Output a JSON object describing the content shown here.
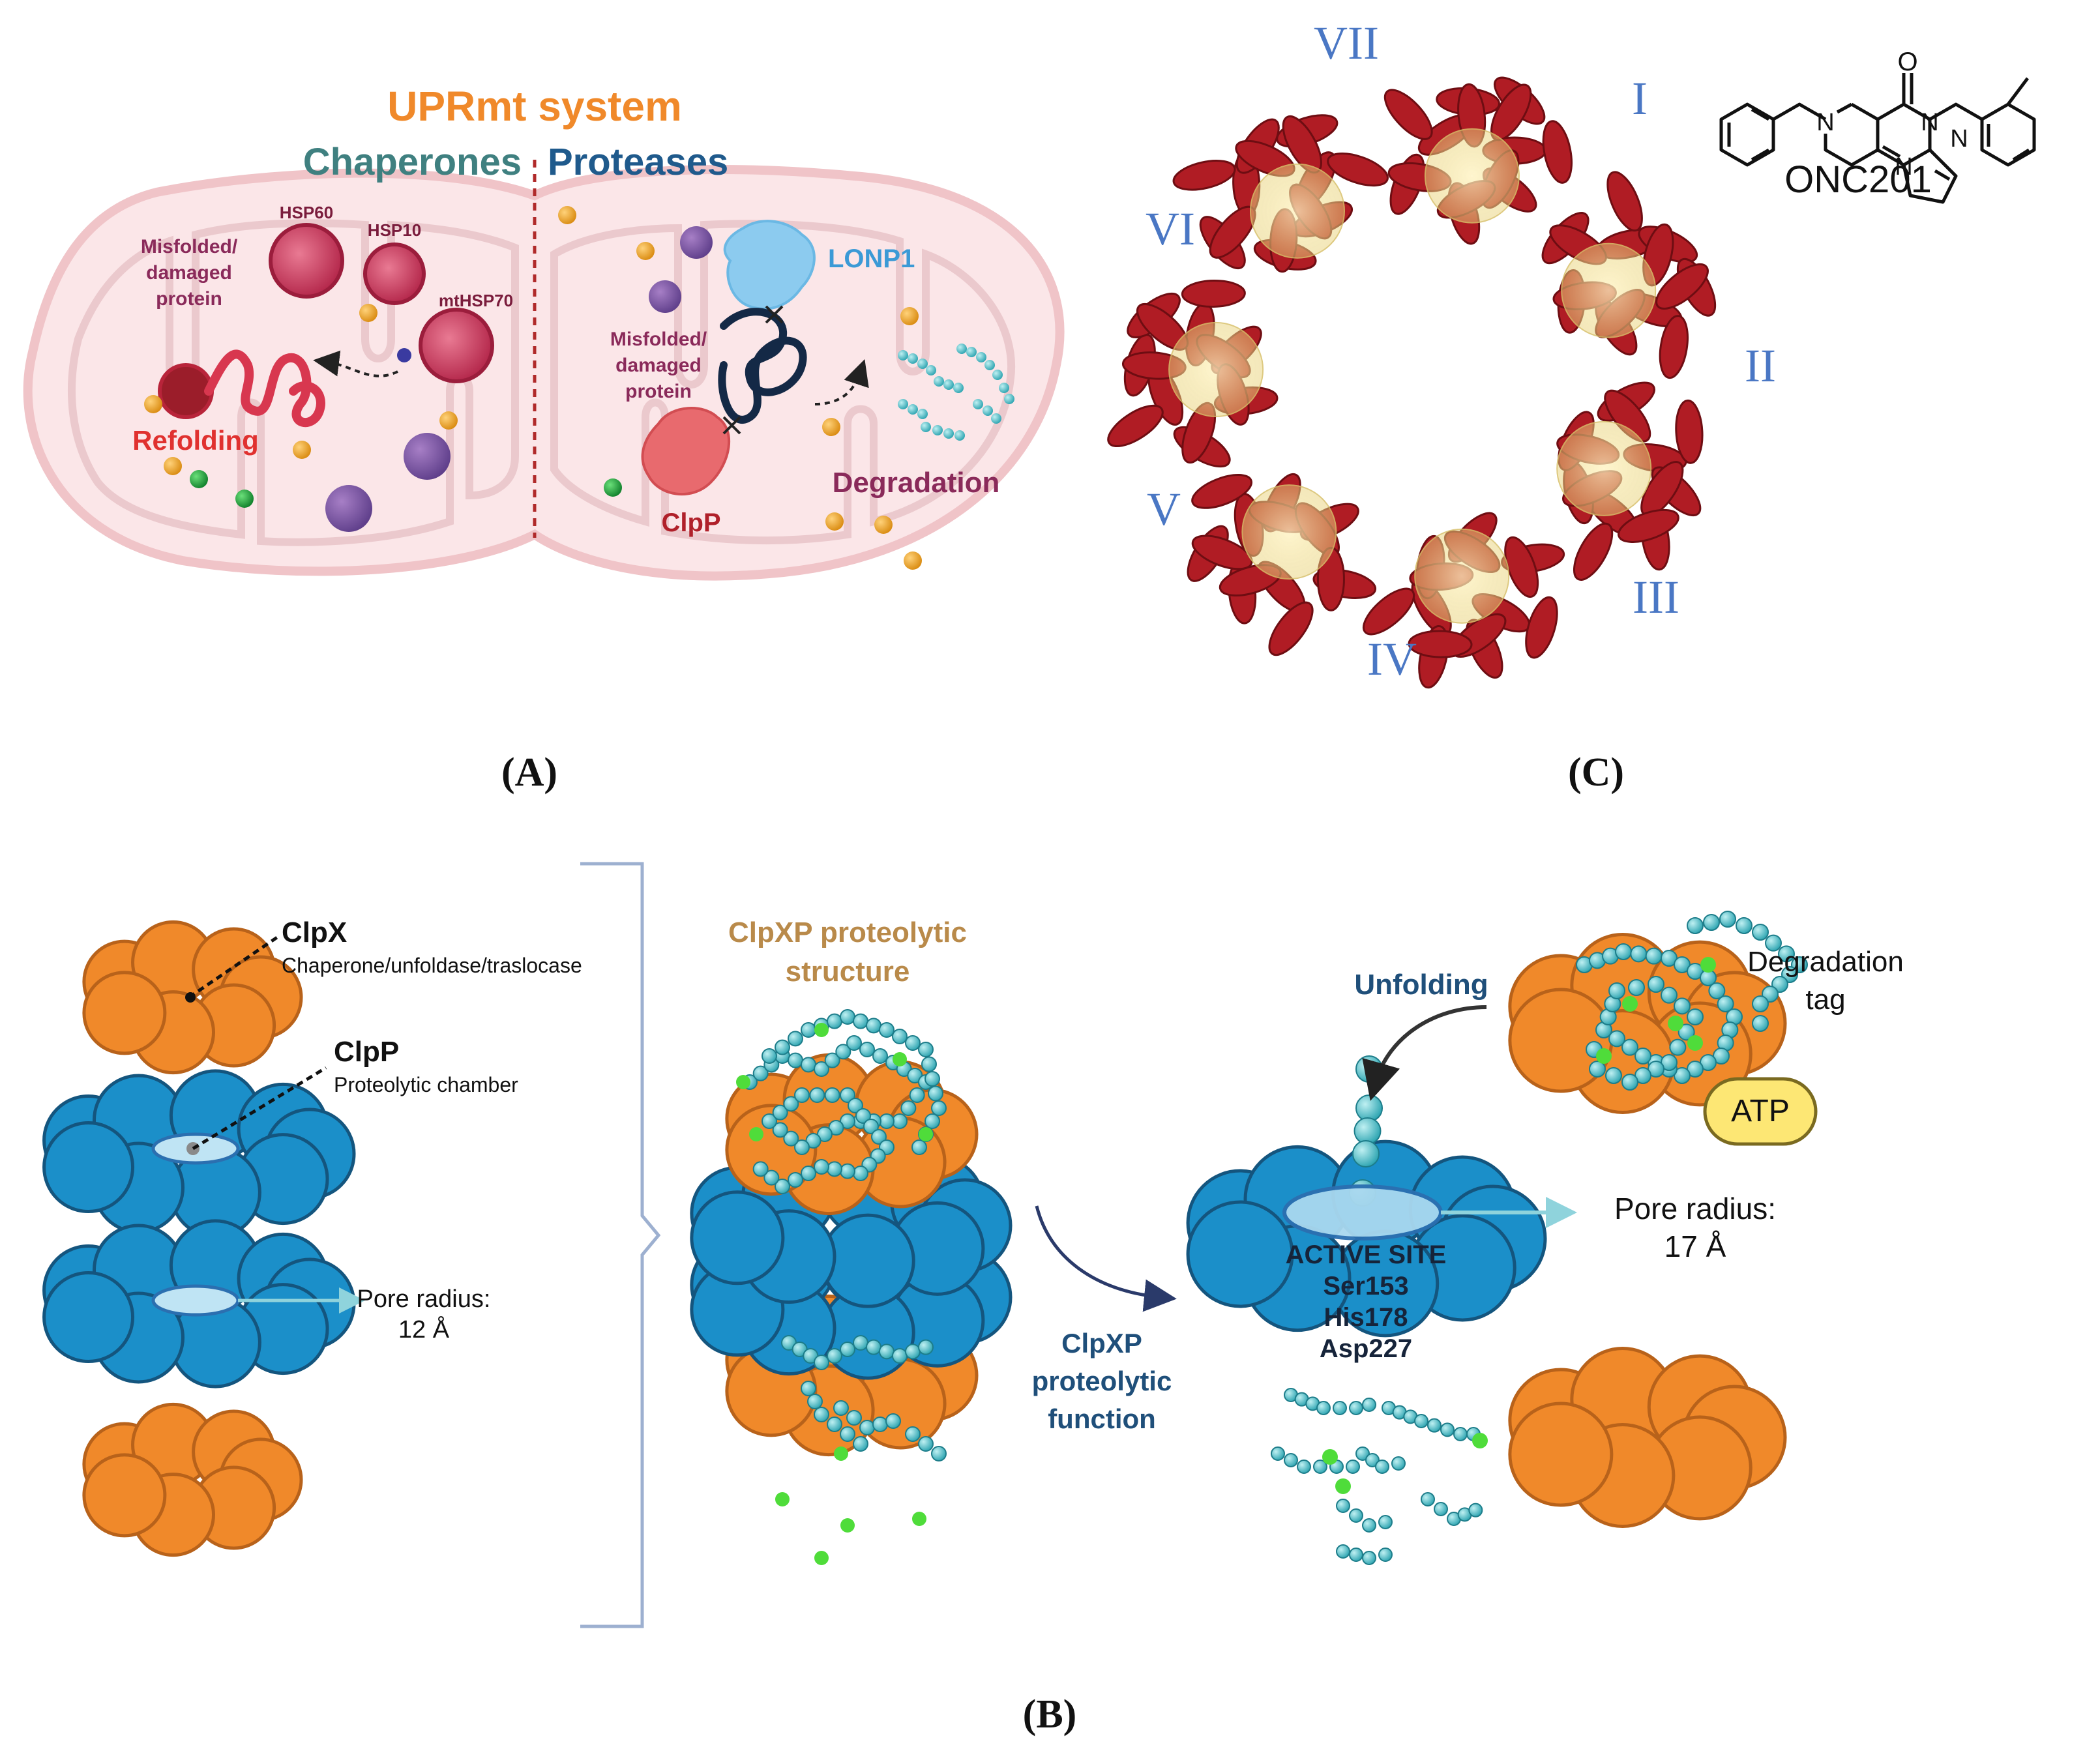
{
  "panelA": {
    "title": "UPRmt system",
    "left_header": "Chaperones",
    "right_header": "Proteases",
    "hsp60": "HSP60",
    "hsp10": "HSP10",
    "mthsp70": "mtHSP70",
    "misfolded_left": [
      "Misfolded/",
      "damaged",
      "protein"
    ],
    "refolding": "Refolding",
    "lonp1": "LONP1",
    "misfolded_right": [
      "Misfolded/",
      "damaged",
      "protein"
    ],
    "clpp": "ClpP",
    "degradation": "Degradation",
    "panel_label": "(A)"
  },
  "panelB": {
    "clpx_title": "ClpX",
    "clpx_sub": "Chaperone/unfoldase/traslocase",
    "clpp_title": "ClpP",
    "clpp_sub": "Proteolytic chamber",
    "pore_left": [
      "Pore radius:",
      "12 Å"
    ],
    "structure": [
      "ClpXP proteolytic",
      "structure"
    ],
    "function": [
      "ClpXP",
      "proteolytic",
      "function"
    ],
    "unfolding": "Unfolding",
    "deg_tag": [
      "Degradation",
      "tag"
    ],
    "atp": "ATP",
    "pore_right": [
      "Pore radius:",
      "17 Å"
    ],
    "active_site": [
      "ACTIVE SITE",
      "Ser153",
      "His178",
      "Asp227"
    ],
    "panel_label": "(B)"
  },
  "panelC": {
    "numerals": [
      "I",
      "II",
      "III",
      "IV",
      "V",
      "VI",
      "VII"
    ],
    "compound": "ONC201",
    "atom_n": "N",
    "atom_o": "O",
    "panel_label": "(C)"
  },
  "colors": {
    "orange": "#f0892a",
    "blue": "#1b8fc9",
    "bead": "#3db5c2",
    "green": "#4fdc3a",
    "red": "#b01c24",
    "numeral": "#4a77c4"
  }
}
